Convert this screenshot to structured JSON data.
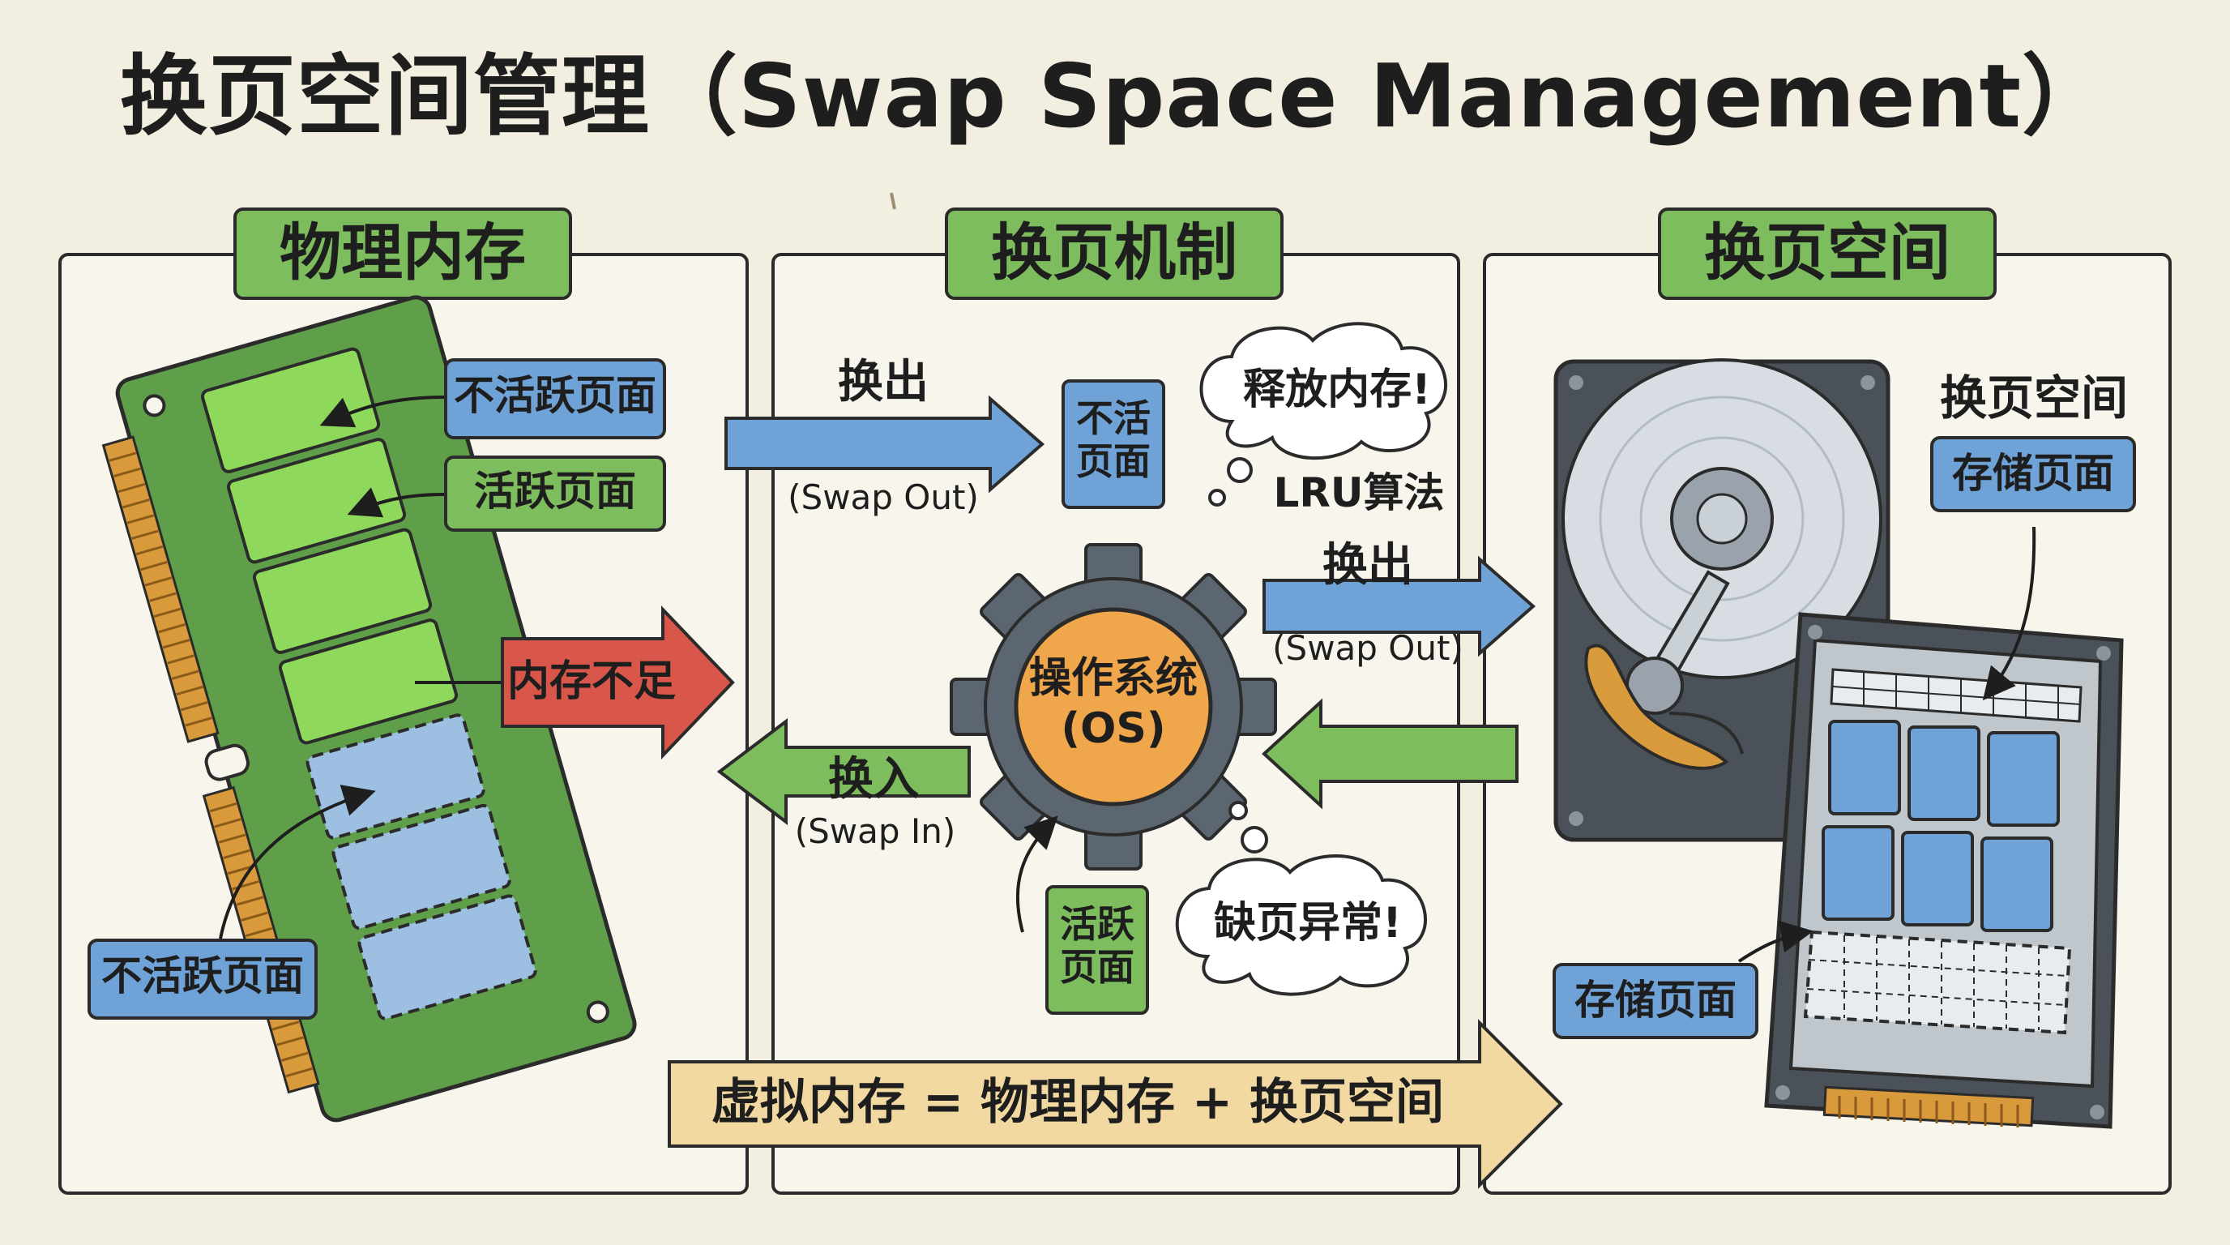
{
  "title": "换页空间管理（Swap Space Management）",
  "panels": {
    "physical": "物理内存",
    "mechanism": "换页机制",
    "swap": "换页空间"
  },
  "physical_memory": {
    "inactive_page_top": "不活跃页面",
    "active_page": "活跃页面",
    "inactive_page_bottom": "不活跃页面",
    "memory_shortage": "内存不足"
  },
  "mechanism": {
    "swap_out_label": "换出",
    "swap_out_sub": "(Swap Out)",
    "inactive_page_box": "不活\n页面",
    "release_memory_bubble": "释放内存!",
    "lru_algorithm": "LRU算法",
    "os_line1": "操作系统",
    "os_line2": "(OS)",
    "swap_out_label_2": "换出",
    "swap_out_sub_2": "(Swap Out)",
    "swap_in_label": "换入",
    "swap_in_sub": "(Swap In)",
    "active_page_box": "活跃\n页面",
    "page_fault_bubble": "缺页异常!"
  },
  "swap_space": {
    "label": "换页空间",
    "stored_pages_top": "存储页面",
    "stored_pages_bottom": "存储页面"
  },
  "formula": "虚拟内存 = 物理内存 + 换页空间",
  "colors": {
    "background": "#f3efe0",
    "panel": "#f8f6ec",
    "green_tag": "#7dbd5e",
    "blue_tag": "#6fa2d6",
    "green_block": "#8ed85c",
    "blue_block": "#9dbfe2",
    "pcb": "#5f9f4a",
    "gold": "#d99a3c",
    "red_arrow": "#d9574a",
    "gear": "#5b6670",
    "os_orange": "#f0a64a",
    "formula_bar": "#f2d9a2",
    "disk_body": "#4b5158"
  }
}
